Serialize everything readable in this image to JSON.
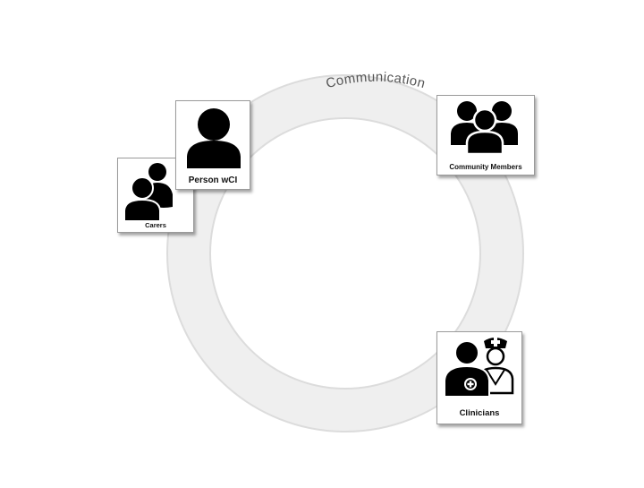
{
  "diagram": {
    "ring_label": "Communication",
    "ring_color": "#efefef",
    "ring_edge_color": "#dcdcdc"
  },
  "participants": [
    {
      "id": "carers",
      "label": "Carers",
      "icon": "two-people-icon"
    },
    {
      "id": "person",
      "label": "Person wCI",
      "icon": "single-person-icon"
    },
    {
      "id": "community",
      "label": "Community Members",
      "icon": "group-of-people-icon"
    },
    {
      "id": "clinicians",
      "label": "Clinicians",
      "icon": "clinicians-with-nurse-icon"
    }
  ]
}
